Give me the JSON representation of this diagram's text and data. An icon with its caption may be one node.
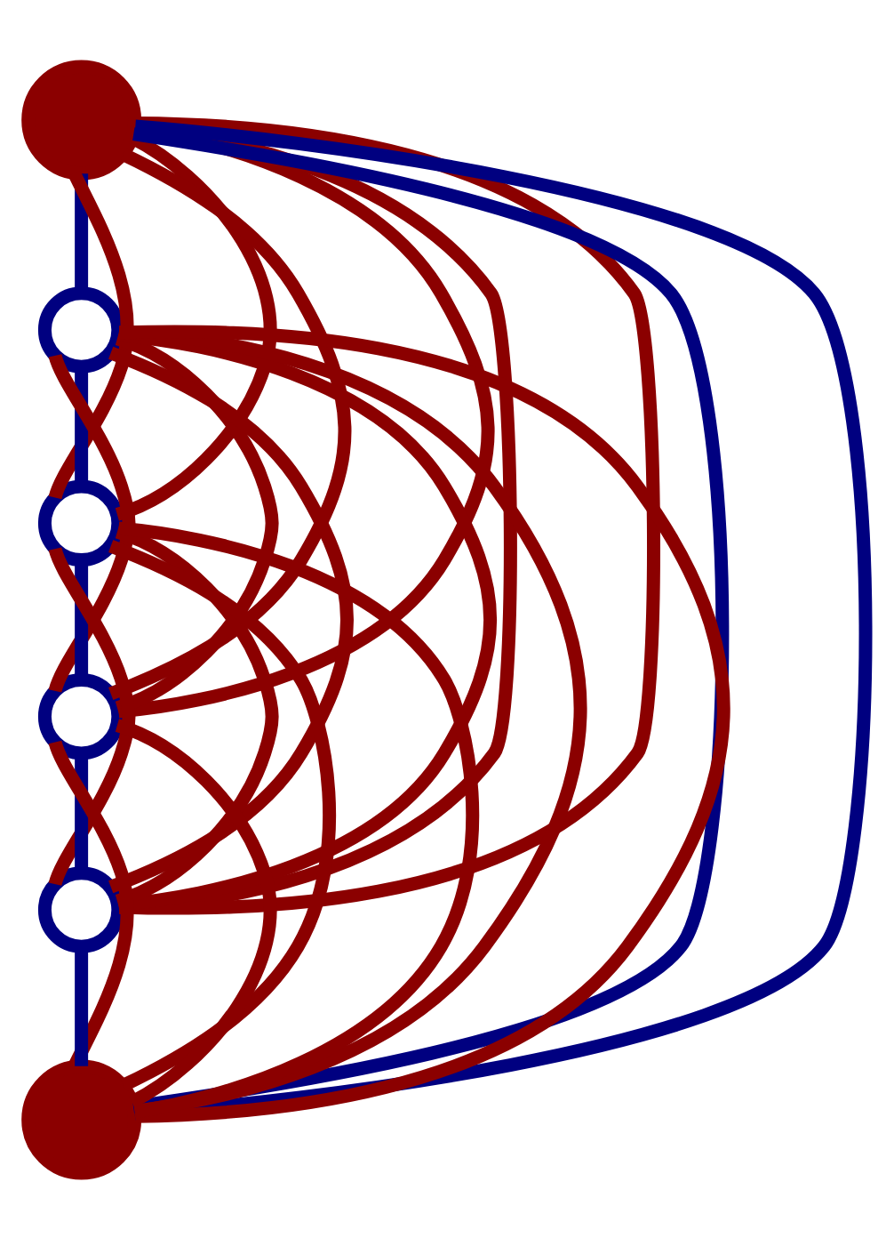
{
  "diagram": {
    "nodes": [
      {
        "text": [],
        "shape": "circle"
      },
      {
        "text": [],
        "shape": "circle"
      },
      {
        "text": [],
        "shape": "circle"
      },
      {
        "text": [],
        "shape": "circle"
      },
      {
        "text": [],
        "shape": "circle"
      },
      {
        "text": [],
        "shape": "circle"
      }
    ],
    "edges": [
      {
        "from": 0,
        "to": 1,
        "arrow": "none",
        "color": "#000080"
      },
      {
        "from": 1,
        "to": 2,
        "arrow": "none",
        "color": "#000080"
      },
      {
        "from": 2,
        "to": 3,
        "arrow": "none",
        "color": "#000080"
      },
      {
        "from": 3,
        "to": 4,
        "arrow": "none",
        "color": "#000080"
      },
      {
        "from": 4,
        "to": 5,
        "arrow": "none",
        "color": "#000080"
      },
      {
        "from": 0,
        "to": 5,
        "arrow": "none",
        "color": "#000080"
      },
      {
        "from": 0,
        "to": 5,
        "arrow": "none",
        "color": "#000080"
      },
      {
        "from": 0,
        "to": 2,
        "arrow": "none"
      },
      {
        "from": 0,
        "to": 2,
        "arrow": "none"
      },
      {
        "from": 0,
        "to": 3,
        "arrow": "none"
      },
      {
        "from": 0,
        "to": 3,
        "arrow": "none"
      },
      {
        "from": 0,
        "to": 4,
        "arrow": "none"
      },
      {
        "from": 0,
        "to": 4,
        "arrow": "none"
      },
      {
        "from": 1,
        "to": 3,
        "arrow": "none"
      },
      {
        "from": 1,
        "to": 3,
        "arrow": "none"
      },
      {
        "from": 1,
        "to": 4,
        "arrow": "none"
      },
      {
        "from": 1,
        "to": 4,
        "arrow": "none"
      },
      {
        "from": 1,
        "to": 5,
        "arrow": "none"
      },
      {
        "from": 1,
        "to": 5,
        "arrow": "none"
      },
      {
        "from": 2,
        "to": 4,
        "arrow": "none"
      },
      {
        "from": 2,
        "to": 4,
        "arrow": "none"
      },
      {
        "from": 2,
        "to": 5,
        "arrow": "none"
      },
      {
        "from": 2,
        "to": 5,
        "arrow": "none"
      },
      {
        "from": 3,
        "to": 5,
        "arrow": "none"
      },
      {
        "from": 3,
        "to": 5,
        "arrow": "none"
      }
    ]
  }
}
